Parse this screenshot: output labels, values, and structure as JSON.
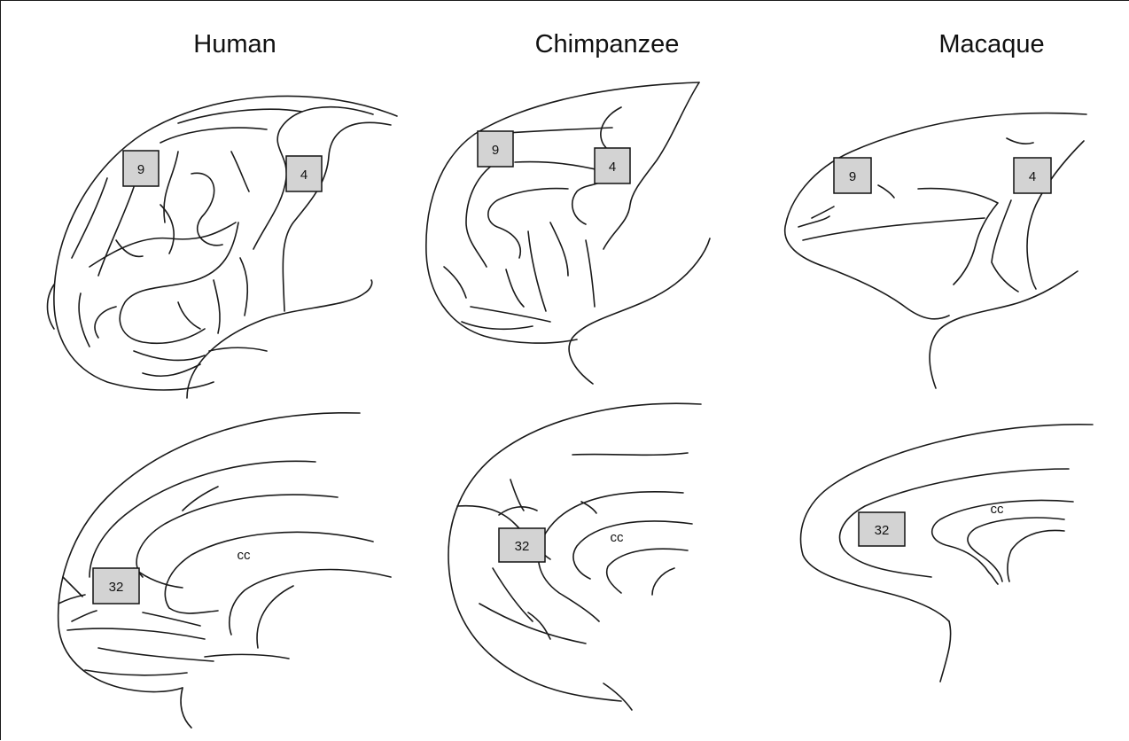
{
  "species": [
    {
      "name": "Human",
      "lateral_areas": [
        "9",
        "4"
      ],
      "medial_area": "32",
      "medial_landmark": "cc"
    },
    {
      "name": "Chimpanzee",
      "lateral_areas": [
        "9",
        "4"
      ],
      "medial_area": "32",
      "medial_landmark": "cc"
    },
    {
      "name": "Macaque",
      "lateral_areas": [
        "9",
        "4"
      ],
      "medial_area": "32",
      "medial_landmark": "cc"
    }
  ],
  "colors": {
    "outline": "#1a1a1a",
    "label_fill": "#d3d3d3",
    "background": "#ffffff"
  }
}
